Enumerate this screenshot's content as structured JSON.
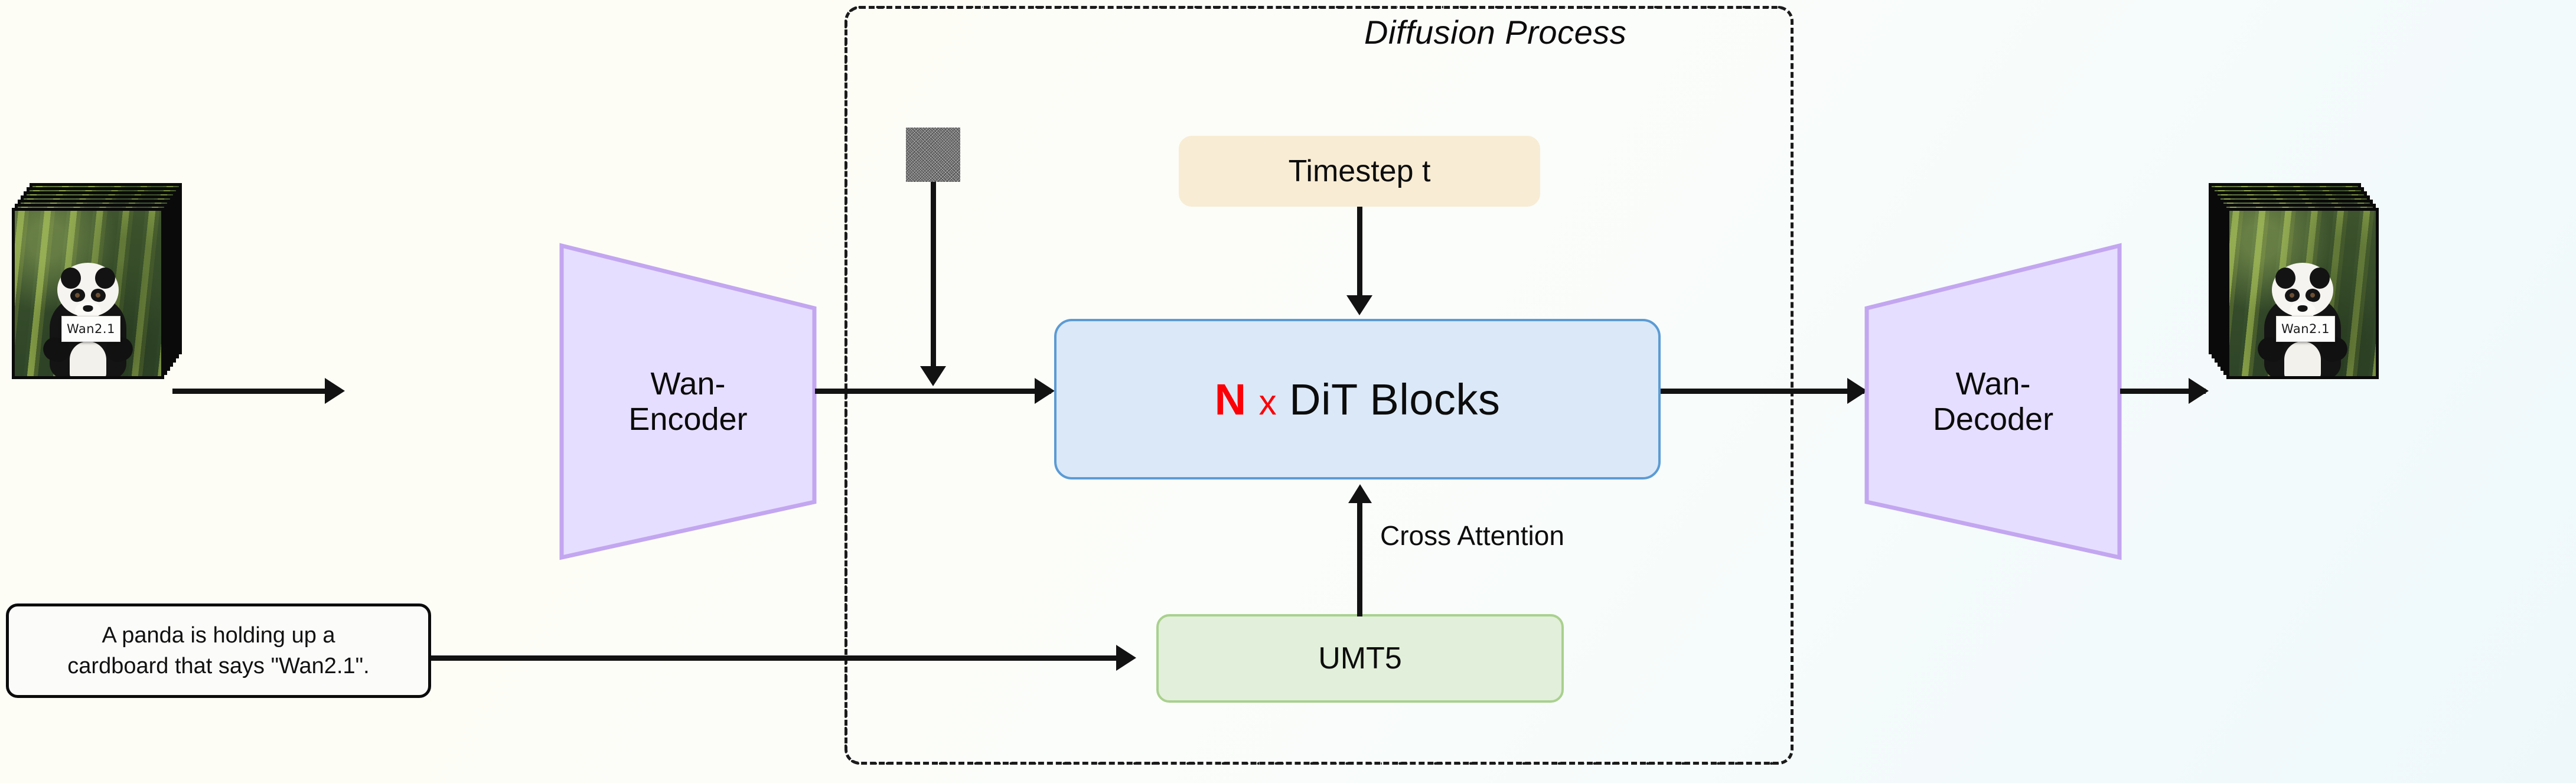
{
  "diagram": {
    "title_region": "Diffusion Process",
    "input": {
      "name": "input-video-frames",
      "frame_count": 7,
      "sign_text": "Wan2.1",
      "subject": "panda-in-bamboo"
    },
    "output": {
      "name": "output-video-frames",
      "frame_count": 7,
      "sign_text": "Wan2.1",
      "subject": "panda-in-bamboo"
    },
    "prompt": {
      "line1": "A panda is holding up a",
      "line2": "cardboard that says \"Wan2.1\".",
      "full": "A panda is holding up a cardboard that says “Wan2.1”."
    },
    "nodes": {
      "encoder": {
        "label": "Wan-\nEncoder",
        "shape": "trapezoid-narrowing-right",
        "fill": "#e6deff",
        "stroke": "#c3a6f0"
      },
      "decoder": {
        "label": "Wan-\nDecoder",
        "shape": "trapezoid-widening-right",
        "fill": "#e6deff",
        "stroke": "#c3a6f0"
      },
      "timestep": {
        "label": "Timestep t",
        "fill": "#f8ecd4"
      },
      "dit": {
        "n_label": "N",
        "x_label": "x",
        "blocks_label": "DiT Blocks",
        "fill": "#dbe8f7",
        "stroke": "#5b9bd5",
        "accent": "#fb0007"
      },
      "umt5": {
        "label": "UMT5",
        "fill": "#e2efda",
        "stroke": "#a9d18e"
      },
      "noise": {
        "label": "noise-latent-patch"
      }
    },
    "edges": {
      "cross_attention": "Cross Attention"
    },
    "colors": {
      "background_start": "#fdfdf5",
      "background_end": "#eef8fb",
      "accent_red": "#fb0007",
      "dit_blue": "#5b9bd5",
      "umt5_green": "#a9d18e",
      "lavender": "#c3a6f0",
      "cream": "#f8ecd4"
    }
  }
}
